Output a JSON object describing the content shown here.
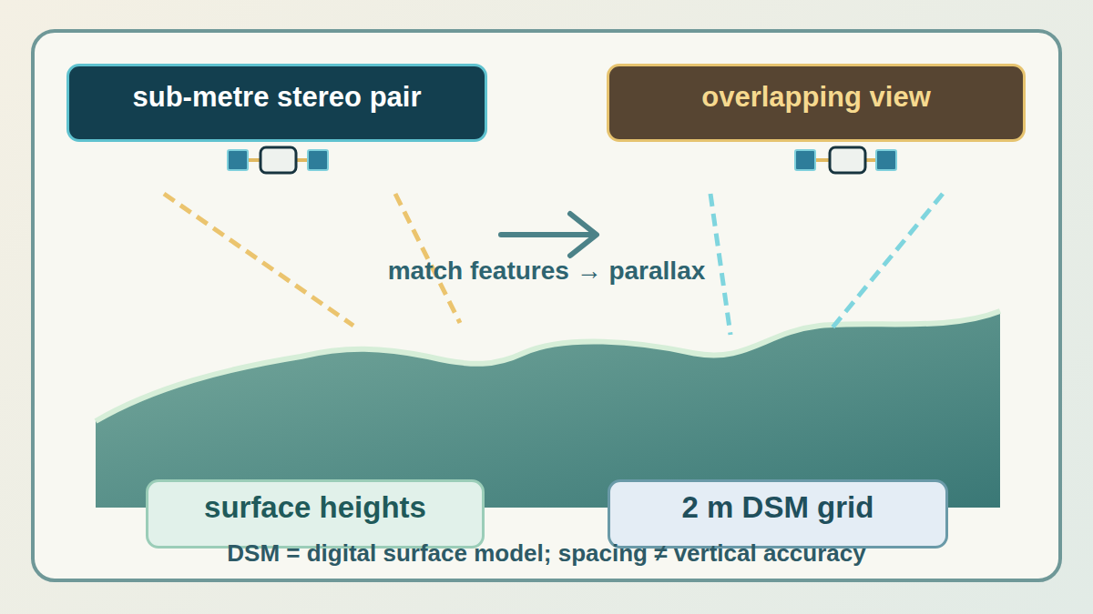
{
  "diagram": {
    "caption": "DSM = digital surface model; spacing ≠ vertical accuracy",
    "nodes": [
      {
        "text": [
          "sub-metre stereo pair"
        ]
      },
      {
        "text": [
          "overlapping view"
        ]
      },
      {
        "text": [
          "surface heights"
        ]
      },
      {
        "text": [
          "2 m DSM grid"
        ]
      }
    ],
    "labels": [
      "match features → parallax"
    ]
  }
}
